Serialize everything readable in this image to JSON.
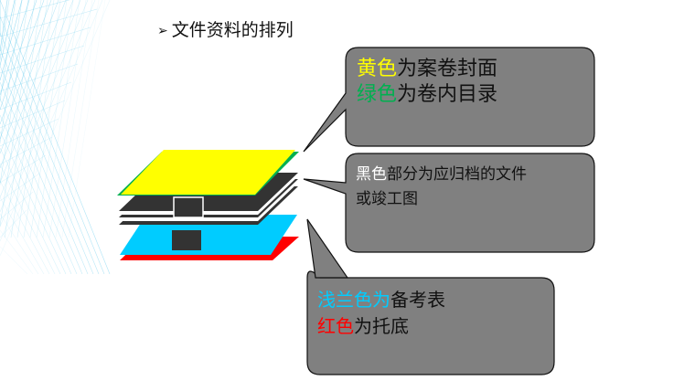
{
  "heading": {
    "bullet": "➢",
    "text": "文件资料的排列"
  },
  "callouts": [
    {
      "id": "cover",
      "lines": [
        [
          {
            "text": "黄色",
            "color": "#ffff00"
          },
          {
            "text": "为案卷封面",
            "color": "#111111"
          }
        ],
        [
          {
            "text": "绿色",
            "color": "#00b050"
          },
          {
            "text": "为卷内目录",
            "color": "#111111"
          }
        ]
      ]
    },
    {
      "id": "archive",
      "lines": [
        [
          {
            "text": "黑色",
            "color": "#ffffff"
          },
          {
            "text": "部分为应归档的文件",
            "color": "#111111"
          }
        ],
        [
          {
            "text": "或竣工图",
            "color": "#111111"
          }
        ]
      ]
    },
    {
      "id": "backing",
      "lines": [
        [
          {
            "text": "浅兰色为",
            "color": "#00ccff"
          },
          {
            "text": "备考表",
            "color": "#111111"
          }
        ],
        [
          {
            "text": "红色",
            "color": "#ff0000"
          },
          {
            "text": "为托底",
            "color": "#111111"
          }
        ]
      ]
    }
  ],
  "colors": {
    "callout_fill": "#808080",
    "callout_border": "#111111",
    "cover_yellow": "#ffff00",
    "catalog_green": "#00b050",
    "document_black": "#333333",
    "record_cyan": "#00ccff",
    "base_red": "#ff0000",
    "lattice_blue": "#7fd4f0"
  },
  "icons": {
    "heading_bullet": "arrowhead-bullet-icon",
    "background": "building-lattice-icon"
  }
}
